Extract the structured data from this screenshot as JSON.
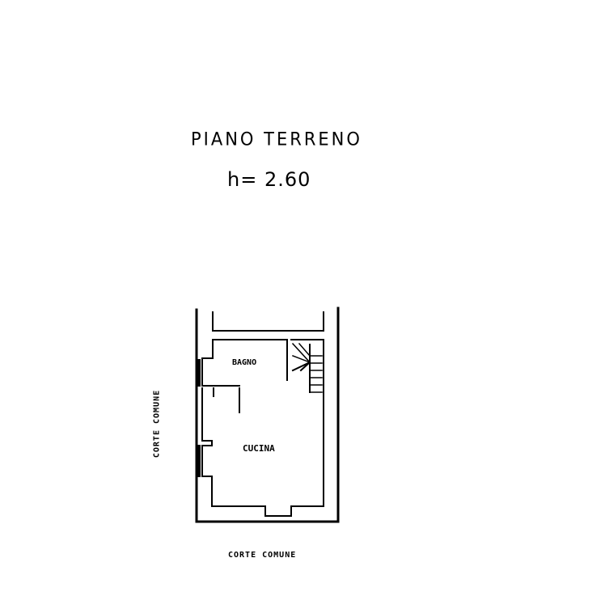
{
  "title": "PIANO TERRENO",
  "height_label": "h= 2.60",
  "rooms": {
    "bathroom": "BAGNO",
    "kitchen": "CUCINA"
  },
  "surroundings": {
    "left": "CORTE COMUNE",
    "bottom": "CORTE COMUNE"
  },
  "colors": {
    "line": "#000000",
    "background": "#ffffff"
  }
}
